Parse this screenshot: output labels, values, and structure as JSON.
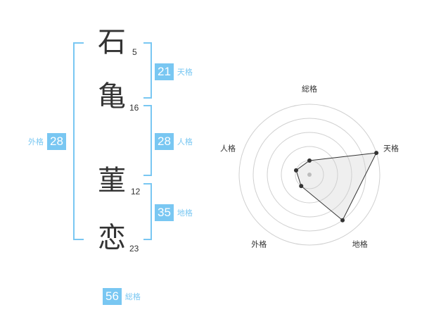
{
  "name": {
    "chars": [
      {
        "char": "石",
        "strokes": "5"
      },
      {
        "char": "亀",
        "strokes": "16"
      },
      {
        "char": "菫",
        "strokes": "12"
      },
      {
        "char": "恋",
        "strokes": "23"
      }
    ]
  },
  "grids": {
    "tenkaku": {
      "value": "21",
      "label": "天格"
    },
    "jinkaku": {
      "value": "28",
      "label": "人格"
    },
    "chikaku": {
      "value": "35",
      "label": "地格"
    },
    "gaikaku": {
      "value": "28",
      "label": "外格"
    },
    "soukaku": {
      "value": "56",
      "label": "総格"
    }
  },
  "colors": {
    "accent": "#79c7f2",
    "text": "#333333",
    "grid": "#d0d0d0"
  },
  "chart_data": {
    "type": "radar",
    "axes": [
      "総格",
      "天格",
      "地格",
      "外格",
      "人格"
    ],
    "values": [
      1,
      5,
      4,
      1,
      1
    ],
    "rmax": 5,
    "rings": 5
  }
}
